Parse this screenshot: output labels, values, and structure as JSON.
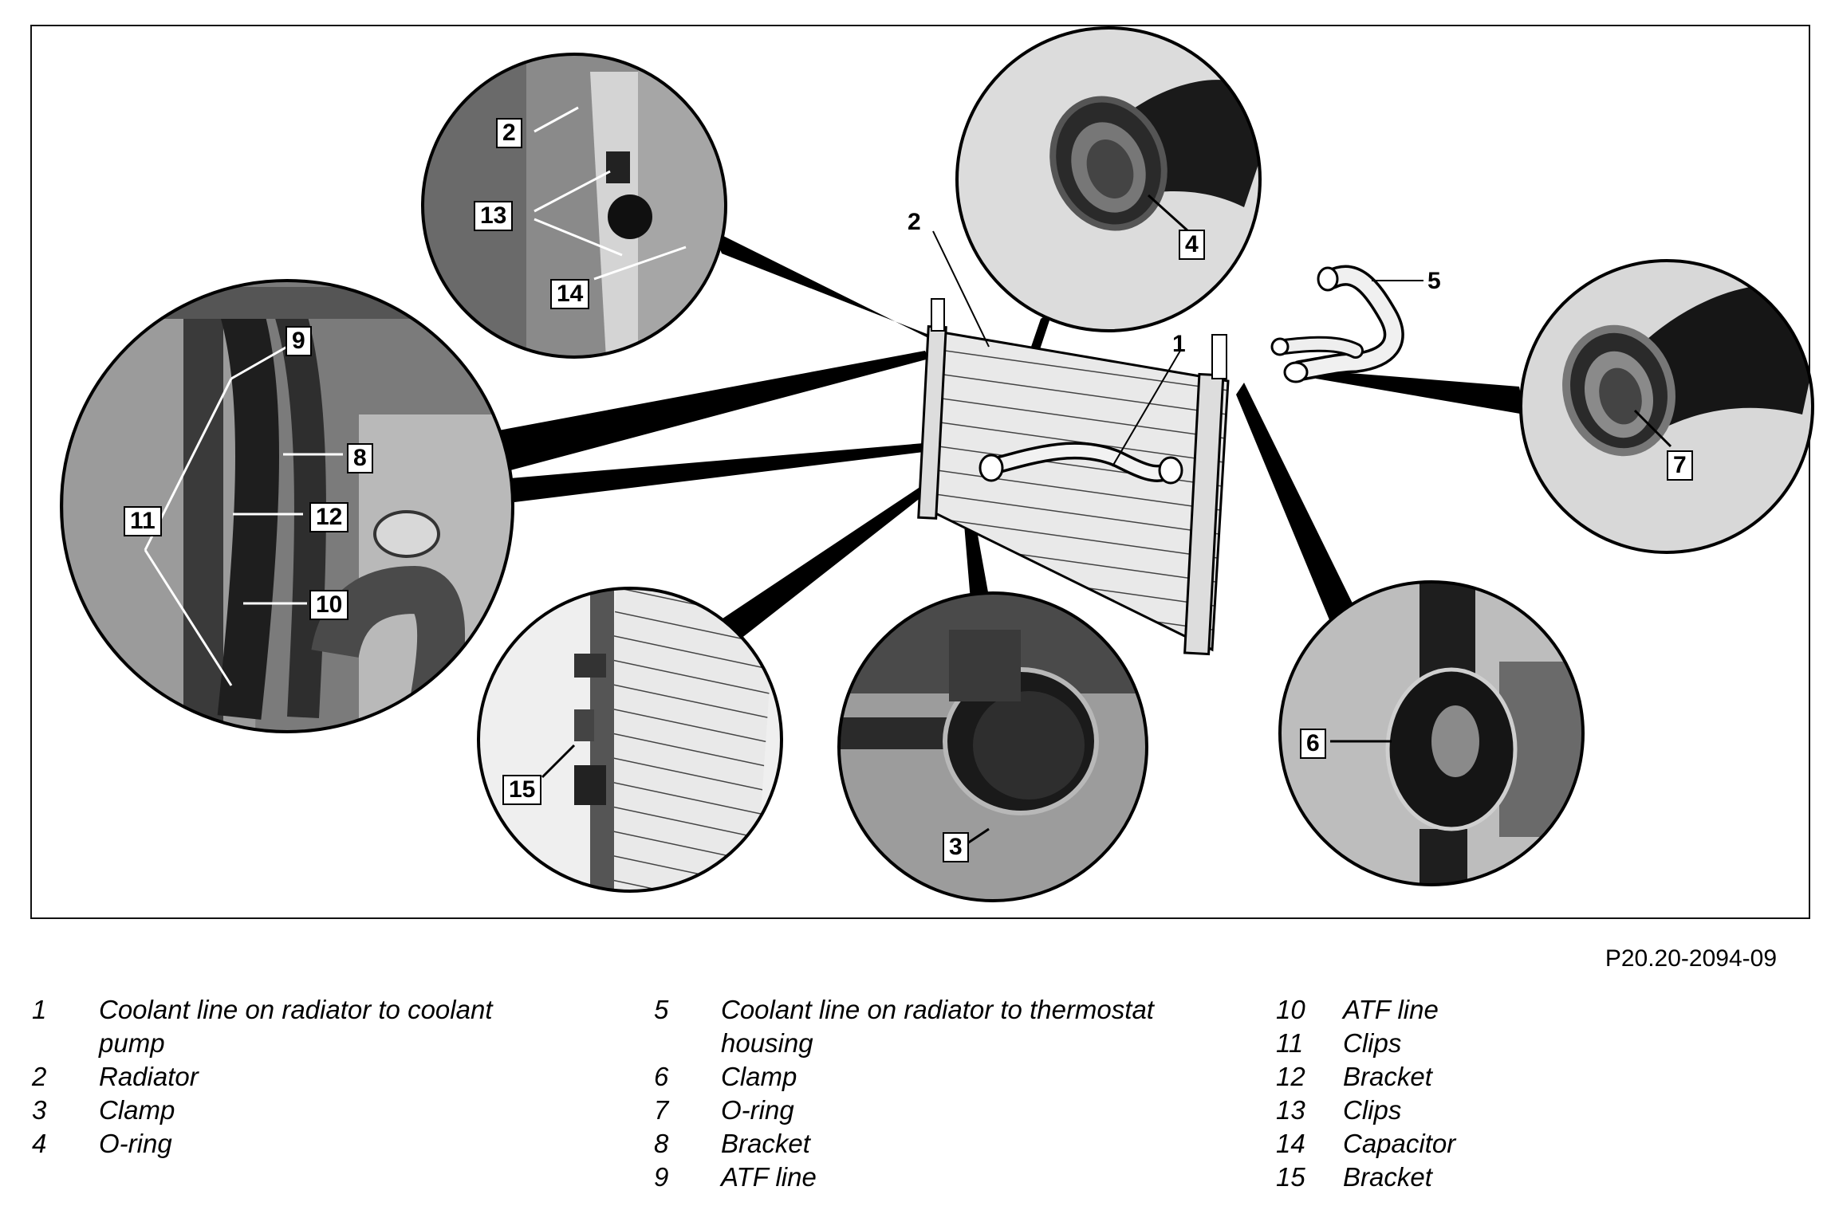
{
  "figure": {
    "reference_code": "P20.20-2094-09",
    "callouts": {
      "c1": "1",
      "c2": "2",
      "c3": "3",
      "c4": "4",
      "c5": "5",
      "c6": "6",
      "c7": "7",
      "c8": "8",
      "c9": "9",
      "c10": "10",
      "c11": "11",
      "c12": "12",
      "c13": "13",
      "c14": "14",
      "c15": "15",
      "c2_main": "2"
    }
  },
  "legend": {
    "columns": [
      [
        {
          "num": "1",
          "text": "Coolant line on radiator to coolant",
          "text2": "pump"
        },
        {
          "num": "2",
          "text": "Radiator"
        },
        {
          "num": "3",
          "text": "Clamp"
        },
        {
          "num": "4",
          "text": "O-ring"
        }
      ],
      [
        {
          "num": "5",
          "text": "Coolant line on radiator to thermostat",
          "text2": "housing"
        },
        {
          "num": "6",
          "text": "Clamp"
        },
        {
          "num": "7",
          "text": "O-ring"
        },
        {
          "num": "8",
          "text": "Bracket"
        },
        {
          "num": "9",
          "text": "ATF line"
        }
      ],
      [
        {
          "num": "10",
          "text": "ATF line"
        },
        {
          "num": "11",
          "text": "Clips"
        },
        {
          "num": "12",
          "text": "Bracket"
        },
        {
          "num": "13",
          "text": "Clips"
        },
        {
          "num": "14",
          "text": "Capacitor"
        },
        {
          "num": "15",
          "text": "Bracket"
        }
      ]
    ]
  }
}
